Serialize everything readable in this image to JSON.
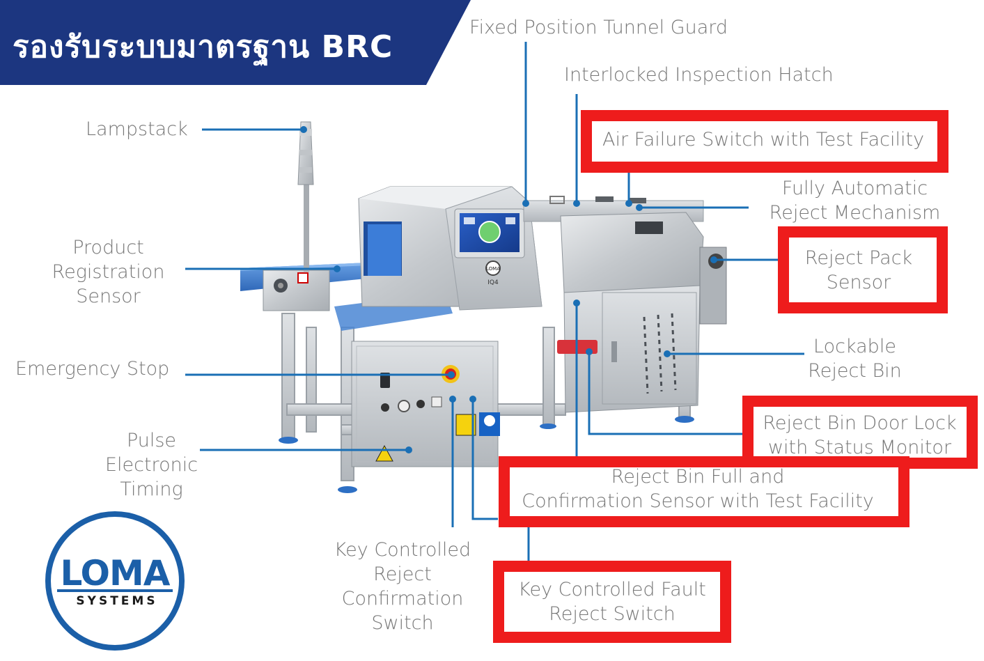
{
  "banner": {
    "title": "รองรับระบบมาตรฐาน BRC",
    "color": "#1c3680"
  },
  "labels": {
    "tunnel_guard": "Fixed Position Tunnel Guard",
    "inspection_hatch": "Interlocked Inspection Hatch",
    "air_failure": "Air Failure Switch with Test Facility",
    "reject_mech_1": "Fully Automatic",
    "reject_mech_2": "Reject Mechanism",
    "reject_pack_1": "Reject Pack",
    "reject_pack_2": "Sensor",
    "lockable_1": "Lockable",
    "lockable_2": "Reject Bin",
    "door_lock_1": "Reject Bin Door Lock",
    "door_lock_2": "with Status Monitor",
    "bin_full_1": "Reject Bin Full and",
    "bin_full_2": "Confirmation Sensor with Test Facility",
    "fault_switch_1": "Key Controlled Fault",
    "fault_switch_2": "Reject Switch",
    "confirm_switch_1": "Key Controlled",
    "confirm_switch_2": "Reject",
    "confirm_switch_3": "Confirmation",
    "confirm_switch_4": "Switch",
    "lampstack": "Lampstack",
    "registration_1": "Product",
    "registration_2": "Registration",
    "registration_3": "Sensor",
    "emergency": "Emergency Stop",
    "pulse_1": "Pulse",
    "pulse_2": "Electronic",
    "pulse_3": "Timing"
  },
  "logo": {
    "word": "LOMA",
    "sub": "SYSTEMS",
    "color": "#1b5fa8"
  },
  "machine_panel": {
    "badge": "LOMA",
    "model": "IQ4"
  },
  "colors": {
    "highlight": "#ee1c1c",
    "leader": "#1a6fb5",
    "label_text": "#777777",
    "steel": "#c9cdd1",
    "belt": "#4a86d4"
  }
}
